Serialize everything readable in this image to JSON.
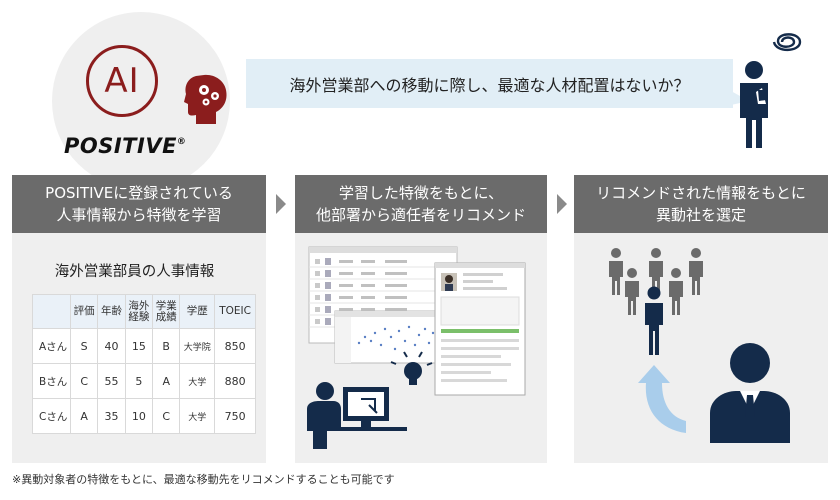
{
  "logo": {
    "ai": "AI",
    "brand": "POSITIVE",
    "reg": "®"
  },
  "question": "海外営業部への移動に際し、最適な人材配置はないか？",
  "steps": [
    {
      "line1": "POSITIVEに登録されている",
      "line2": "人事情報から特徴を学習"
    },
    {
      "line1": "学習した特徴をもとに、",
      "line2": "他部署から適任者をリコメンド"
    },
    {
      "line1": "リコメンドされた情報をもとに",
      "line2": "異動社を選定"
    }
  ],
  "hr_table": {
    "title": "海外営業部員の人事情報",
    "headers": [
      "",
      "評価",
      "年齢",
      "海外\n経験",
      "学業\n成績",
      "学歴",
      "TOEIC"
    ],
    "rows": [
      [
        "Aさん",
        "S",
        "40",
        "15",
        "B",
        "大学院",
        "850"
      ],
      [
        "Bさん",
        "C",
        "55",
        "5",
        "A",
        "大学",
        "880"
      ],
      [
        "Cさん",
        "A",
        "35",
        "10",
        "C",
        "大学",
        "750"
      ]
    ]
  },
  "footnote": "※異動対象者の特徴をもとに、最適な移動先をリコメンドすることも可能です",
  "colors": {
    "brand_red": "#8b1d1d",
    "header_gray": "#6b6b6b",
    "panel_gray": "#efefef",
    "bubble_blue": "#e1eef6",
    "navy": "#142b4a",
    "arrow_blue": "#a9cdeb"
  },
  "icons": [
    "brain-gears-icon",
    "confused-person-icon",
    "computer-user-icon",
    "lightbulb-icon",
    "crowd-icon",
    "businessman-icon",
    "curved-arrow-icon"
  ]
}
